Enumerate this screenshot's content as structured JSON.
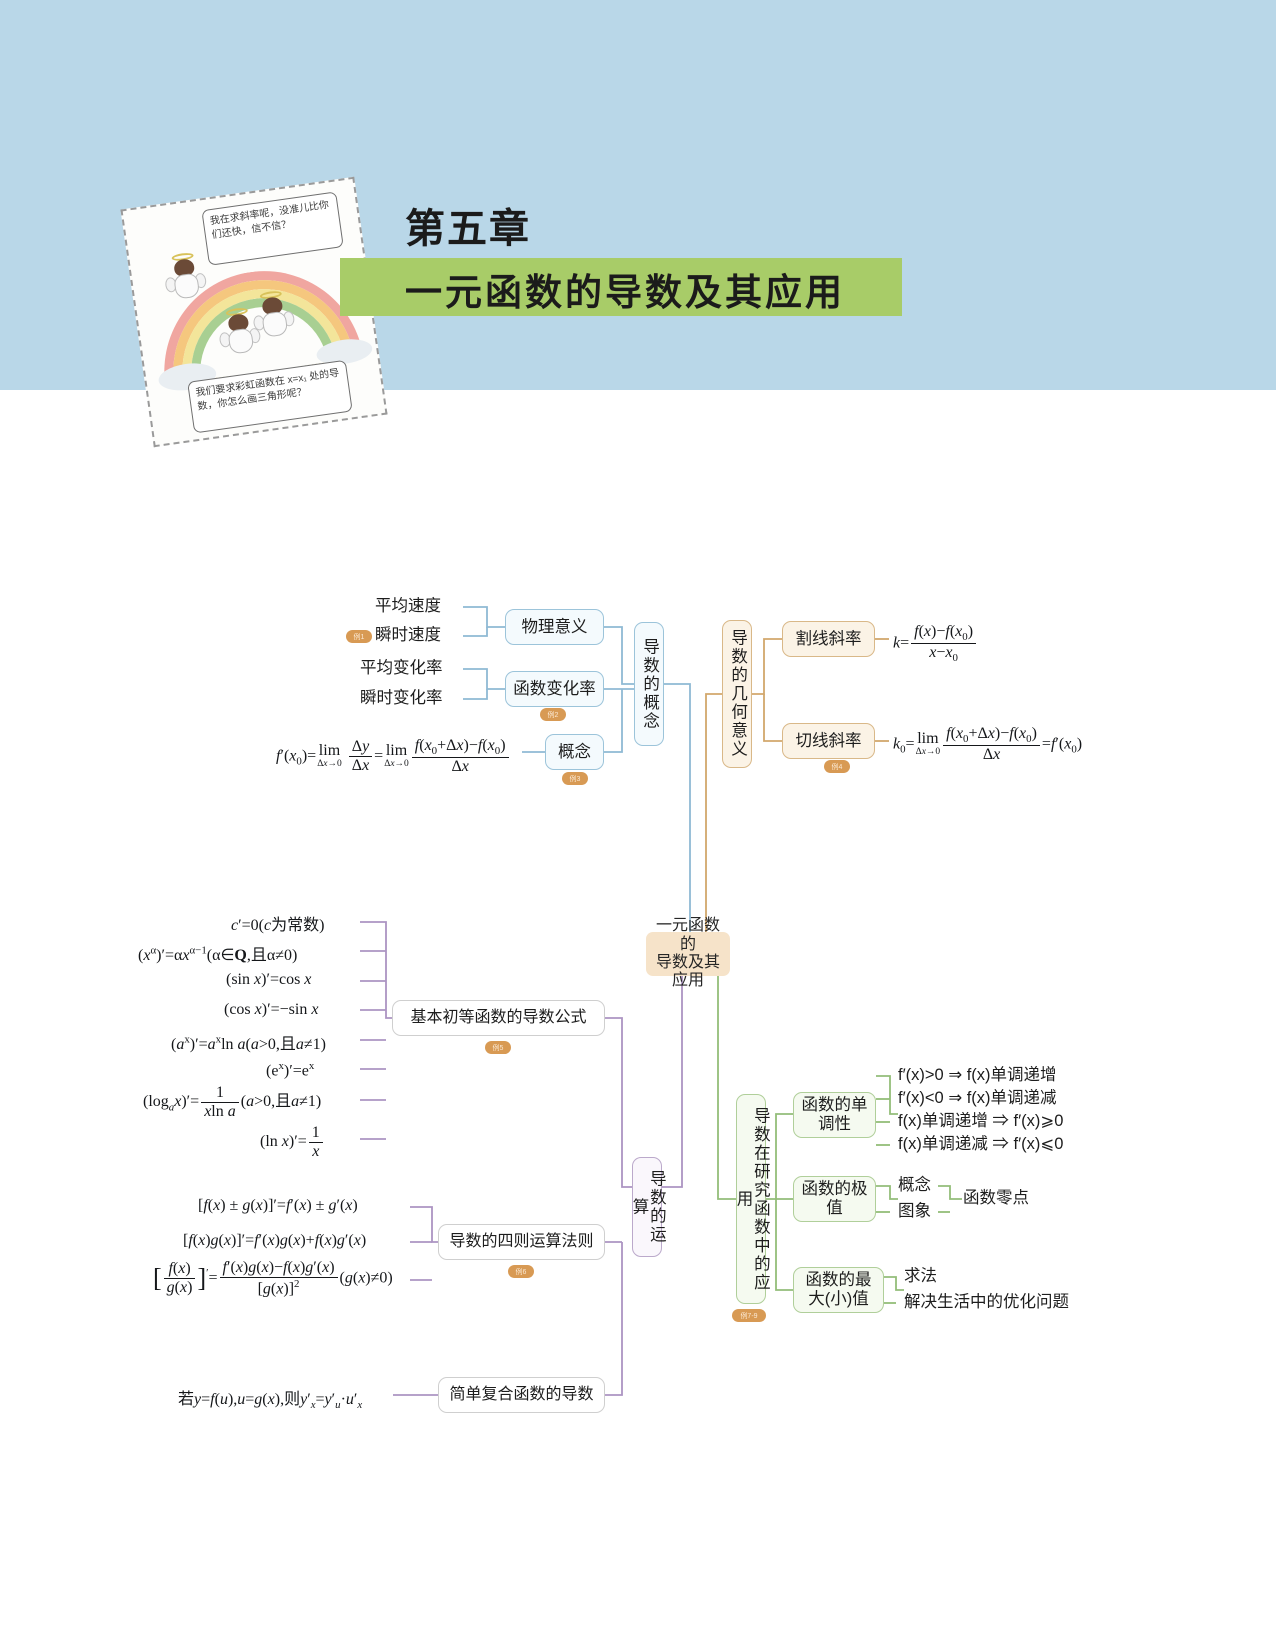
{
  "header": {
    "chapter_label": "第五章",
    "title": "一元函数的导数及其应用",
    "band_color": "#a8cc68",
    "banner_color": "#b9d7e8",
    "cartoon": {
      "bubble_top": "我在求斜率呢，没准儿比你们还快，信不信？",
      "bubble_bottom": "我们要求彩虹函数在 x=x₁ 处的导数，你怎么画三角形呢？"
    }
  },
  "mindmap": {
    "center": "一元函数的\n导数及其应用",
    "center_color": "#f6e3c9",
    "branches": {
      "concept": {
        "title": "导数的概念",
        "color": "#9cc4da",
        "children": [
          {
            "label": "物理意义",
            "leaves": [
              "平均速度",
              "瞬时速度"
            ],
            "badge": "例1"
          },
          {
            "label": "函数变化率",
            "leaves": [
              "平均变化率",
              "瞬时变化率"
            ],
            "badge": "例2"
          },
          {
            "label": "概念",
            "formula": "f′(x₀)=lim Δy/Δx=lim [f(x₀+Δx)−f(x₀)]/Δx",
            "badge": "例3"
          }
        ]
      },
      "geometric": {
        "title": "导数的几何意义",
        "color": "#d9b888",
        "badge": "例4",
        "children": [
          {
            "label": "割线斜率",
            "formula": "k=[f(x)−f(x₀)]/(x−x₀)"
          },
          {
            "label": "切线斜率",
            "formula": "k₀=lim [f(x₀+Δx)−f(x₀)]/Δx =f′(x₀)"
          }
        ]
      },
      "operations": {
        "title": "导数的运算",
        "color": "#bba9cb",
        "children": [
          {
            "label": "基本初等函数的导数公式",
            "badge": "例5",
            "formulas": [
              "c′=0(c为常数)",
              "(x^α)′=αx^(α−1)(α∈Q,且α≠0)",
              "(sin x)′=cos x",
              "(cos x)′=−sin x",
              "(a^x)′=a^x ln a(a>0,且a≠1)",
              "(e^x)′=e^x",
              "(log_a x)′=1/(x ln a)(a>0,且a≠1)",
              "(ln x)′=1/x"
            ]
          },
          {
            "label": "导数的四则运算法则",
            "badge": "例6",
            "formulas": [
              "[f(x) ± g(x)]′=f′(x) ± g′(x)",
              "[f(x)g(x)]′=f′(x)g(x)+f(x)g′(x)",
              "[f(x)/g(x)]′=[f′(x)g(x)−f(x)g′(x)]/[g(x)]²(g(x)≠0)"
            ]
          },
          {
            "label": "简单复合函数的导数",
            "formulas": [
              "若y=f(u),u=g(x),则y′ₓ=y′ᵤ·u′ₓ"
            ]
          }
        ]
      },
      "application": {
        "title": "导数在研究函数中的应用",
        "color": "#b0cf9a",
        "badge": "例7-9",
        "children": [
          {
            "label": "函数的单调性",
            "leaves": [
              "f′(x)>0 ⇒ f(x)单调递增",
              "f′(x)<0 ⇒ f(x)单调递减",
              "f(x)单调递增 ⇒ f′(x)⩾0",
              "f(x)单调递减 ⇒ f′(x)⩽0"
            ]
          },
          {
            "label": "函数的极值",
            "leaves": [
              "概念",
              "图象"
            ],
            "tail": "函数零点"
          },
          {
            "label": "函数的最大(小)值",
            "leaves": [
              "求法",
              "解决生活中的优化问题"
            ]
          }
        ]
      }
    }
  }
}
